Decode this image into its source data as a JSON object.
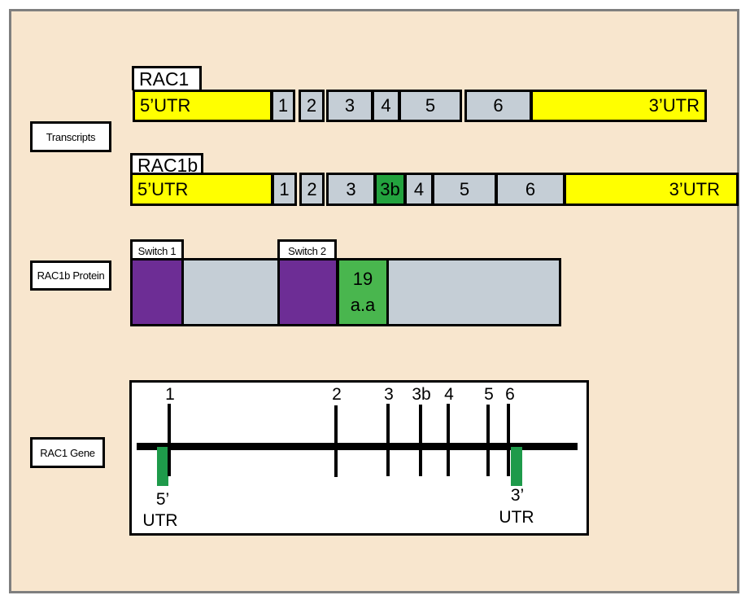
{
  "side_labels": {
    "transcripts": "Transcripts",
    "protein": "RAC1b Protein",
    "gene": "RAC1 Gene"
  },
  "rac1": {
    "name": "RAC1",
    "utr5": "5’UTR",
    "exons": [
      "1",
      "2",
      "3",
      "4",
      "5",
      "6"
    ],
    "utr3": "3’UTR"
  },
  "rac1b": {
    "name": "RAC1b",
    "utr5": "5’UTR",
    "exons": [
      "1",
      "2",
      "3",
      "3b",
      "4",
      "5",
      "6"
    ],
    "utr3": "3’UTR"
  },
  "protein": {
    "switch1": "Switch 1",
    "switch2": "Switch 2",
    "insert_line1": "19",
    "insert_line2": "a.a"
  },
  "gene": {
    "exon_labels": [
      "1",
      "2",
      "3",
      "3b",
      "4",
      "5",
      "6"
    ],
    "utr5_line1": "5’",
    "utr5_line2": "UTR",
    "utr3_line1": "3’",
    "utr3_line2": "UTR"
  },
  "colors": {
    "background": "#f8e6ce",
    "utr": "#ffff00",
    "exon": "#c5ced6",
    "alt_exon": "#23a23e",
    "switch": "#6d2d95",
    "insert": "#49b64e",
    "gene_utr": "#1e9a4a"
  }
}
